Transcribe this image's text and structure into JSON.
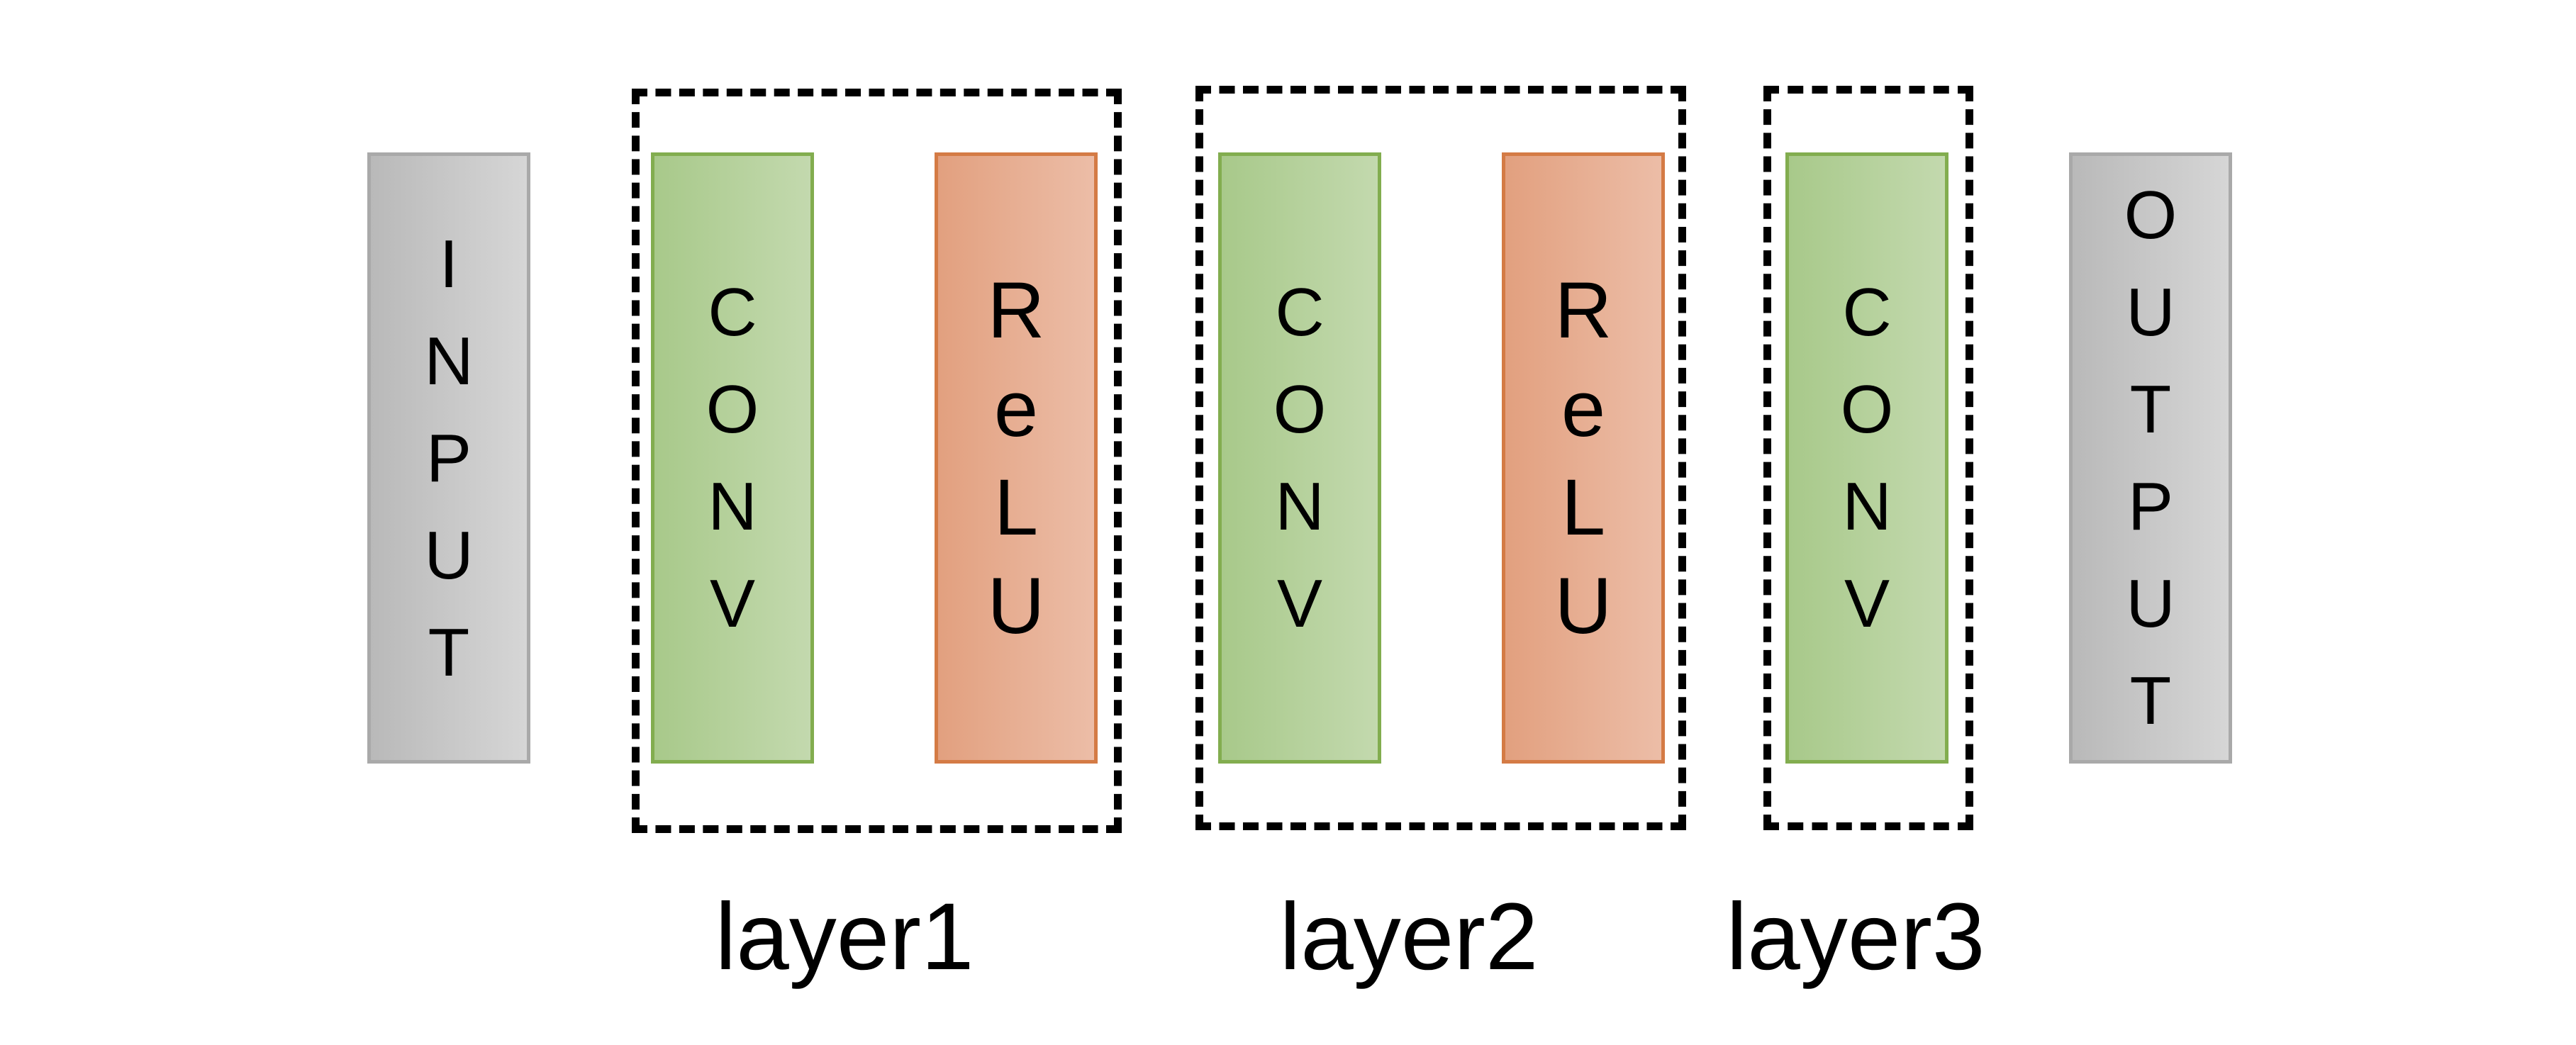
{
  "input": {
    "letters": [
      "I",
      "N",
      "P",
      "U",
      "T"
    ]
  },
  "output": {
    "letters": [
      "O",
      "U",
      "T",
      "P",
      "U",
      "T"
    ]
  },
  "blocks": {
    "conv": {
      "letters": [
        "C",
        "O",
        "N",
        "V"
      ]
    },
    "relu": {
      "letters": [
        "R",
        "e",
        "L",
        "U"
      ]
    }
  },
  "layers": [
    {
      "label": "layer1",
      "blocks": [
        "conv",
        "relu"
      ]
    },
    {
      "label": "layer2",
      "blocks": [
        "conv",
        "relu"
      ]
    },
    {
      "label": "layer3",
      "blocks": [
        "conv"
      ]
    }
  ],
  "colors": {
    "input_output": "#c8c8c8",
    "conv": "#b5d19c",
    "relu": "#e8ad92",
    "group_border": "#000000"
  }
}
